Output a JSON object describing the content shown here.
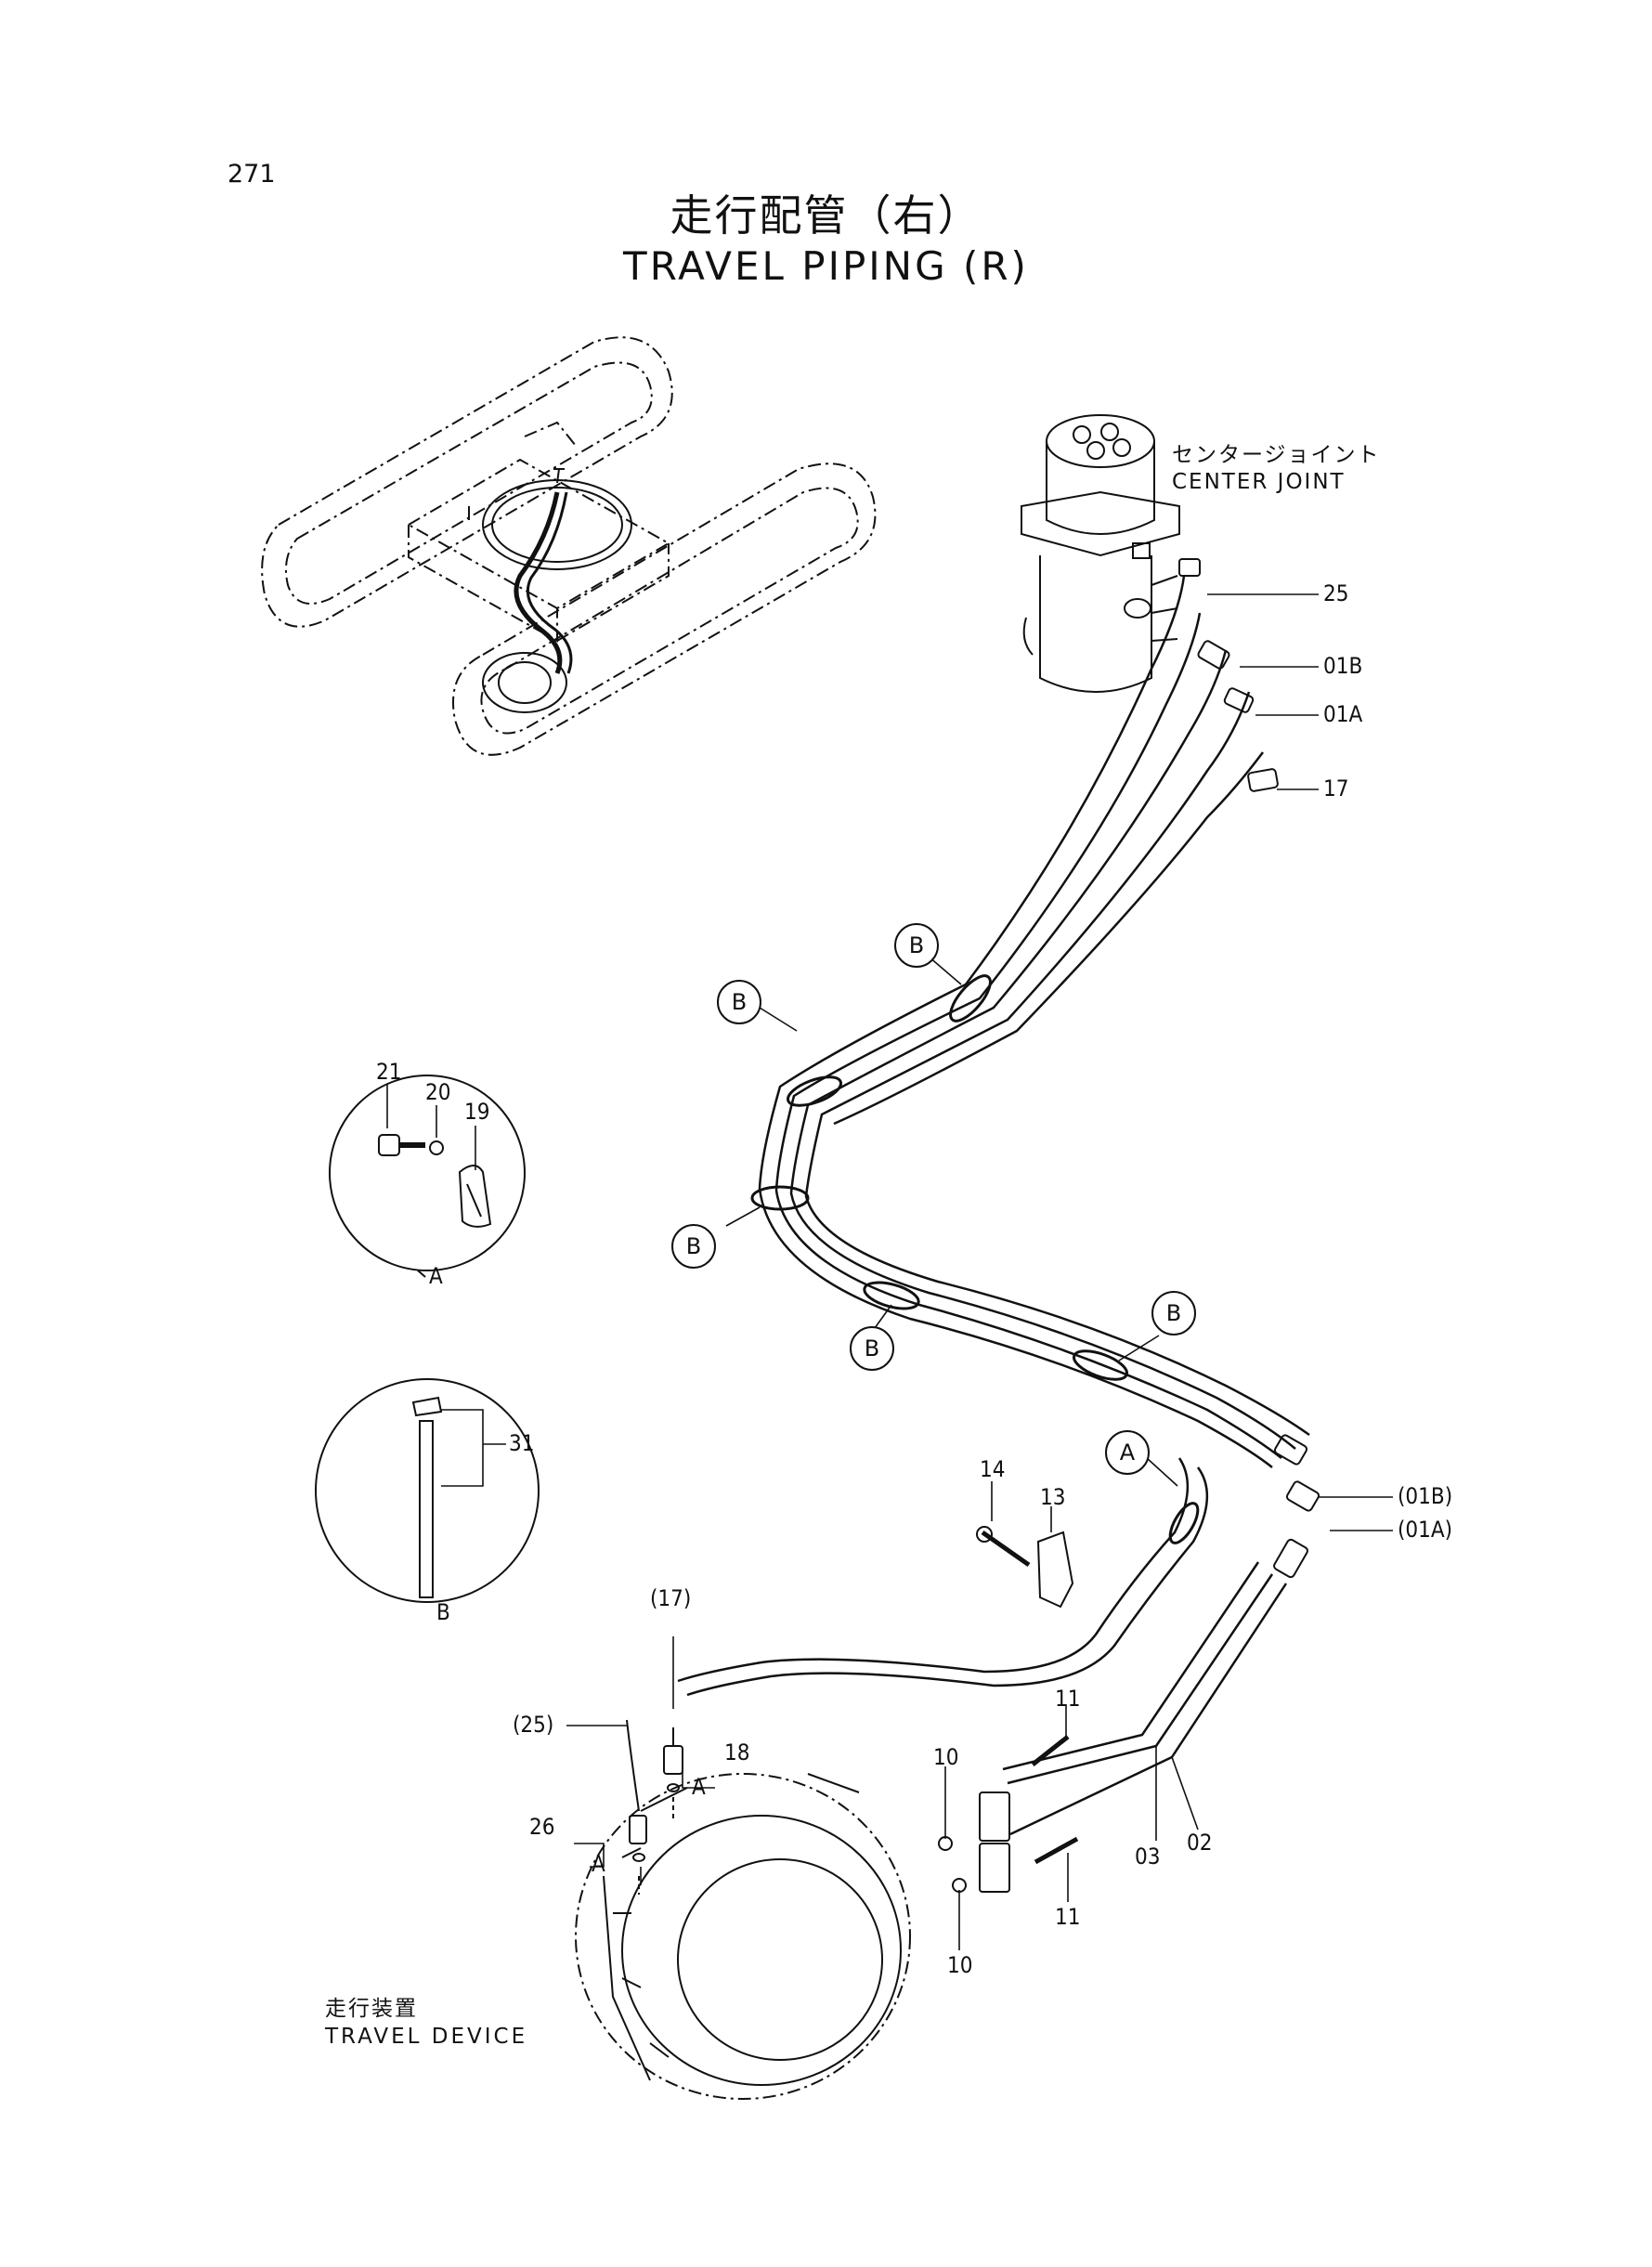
{
  "page_number": "271",
  "title_jp": "走行配管（右）",
  "title_en": "TRAVEL PIPING (R)",
  "center_joint": {
    "jp": "センタージョイント",
    "en": "CENTER JOINT"
  },
  "travel_device": {
    "jp": "走行装置",
    "en": "TRAVEL DEVICE"
  },
  "part_labels": {
    "p25": "25",
    "p01B": "01B",
    "p01A": "01A",
    "p17": "17",
    "p01B_ref": "(01B)",
    "p01A_ref": "(01A)",
    "p14": "14",
    "p13": "13",
    "p17_ref": "(17)",
    "p25_ref": "(25)",
    "p18": "18",
    "p26": "26",
    "p11_top": "11",
    "p10_top": "10",
    "p10_bottom": "10",
    "p11_bottom": "11",
    "p03": "03",
    "p02": "02",
    "p21": "21",
    "p20": "20",
    "p19": "19",
    "p31": "31"
  },
  "detail_views": {
    "a": "A",
    "b": "B"
  },
  "callouts": {
    "b1": "B",
    "b2": "B",
    "b3": "B",
    "b4": "B",
    "b5": "B",
    "a1": "A",
    "a_ref18": "A",
    "a_ref26": "A"
  }
}
